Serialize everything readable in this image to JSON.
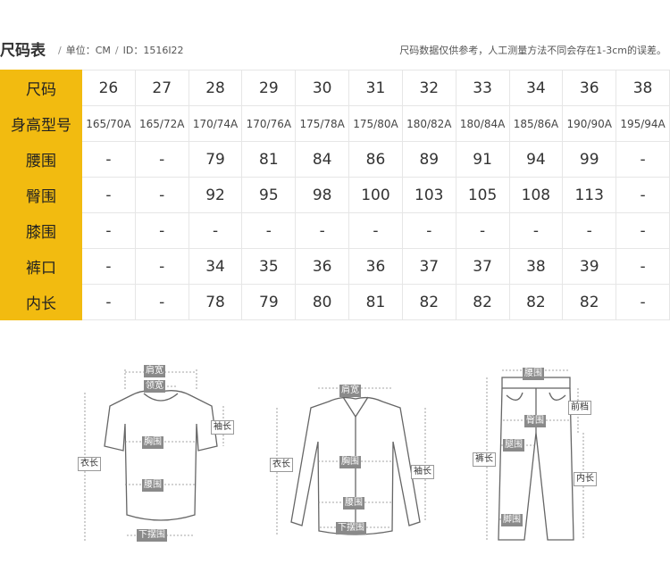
{
  "header": {
    "title": "尺码表",
    "unit": "单位：CM",
    "id": "ID：1516I22",
    "note": "尺码数据仅供参考，人工测量方法不同会存在1-3cm的误差。"
  },
  "table": {
    "rows": [
      {
        "label": "尺码",
        "cells": [
          "26",
          "27",
          "28",
          "29",
          "30",
          "31",
          "32",
          "33",
          "34",
          "36",
          "38"
        ]
      },
      {
        "label": "身高型号",
        "cells": [
          "165/70A",
          "165/72A",
          "170/74A",
          "170/76A",
          "175/78A",
          "175/80A",
          "180/82A",
          "180/84A",
          "185/86A",
          "190/90A",
          "195/94A"
        ]
      },
      {
        "label": "腰围",
        "cells": [
          "-",
          "-",
          "79",
          "81",
          "84",
          "86",
          "89",
          "91",
          "94",
          "99",
          "-"
        ]
      },
      {
        "label": "臀围",
        "cells": [
          "-",
          "-",
          "92",
          "95",
          "98",
          "100",
          "103",
          "105",
          "108",
          "113",
          "-"
        ]
      },
      {
        "label": "膝围",
        "cells": [
          "-",
          "-",
          "-",
          "-",
          "-",
          "-",
          "-",
          "-",
          "-",
          "-",
          "-"
        ]
      },
      {
        "label": "裤口",
        "cells": [
          "-",
          "-",
          "34",
          "35",
          "36",
          "36",
          "37",
          "37",
          "38",
          "39",
          "-"
        ]
      },
      {
        "label": "内长",
        "cells": [
          "-",
          "-",
          "78",
          "79",
          "80",
          "81",
          "82",
          "82",
          "82",
          "82",
          "-"
        ]
      }
    ]
  },
  "diagrams": {
    "tshirt": {
      "shoulder": "肩宽",
      "neck": "领宽",
      "sleeve": "袖长",
      "length": "衣长",
      "chest": "胸围",
      "waist": "腰围",
      "hem": "下摆围"
    },
    "shirt": {
      "shoulder": "肩宽",
      "length": "衣长",
      "chest": "胸围",
      "sleeve": "袖长",
      "waist": "腰围",
      "hem": "下摆围"
    },
    "pants": {
      "waist": "腰围",
      "front_rise": "前档",
      "hip": "臀围",
      "outseam": "裤长",
      "thigh": "腿围",
      "inseam": "内长",
      "hem": "脚围"
    }
  },
  "colors": {
    "accent": "#f2bb10"
  }
}
